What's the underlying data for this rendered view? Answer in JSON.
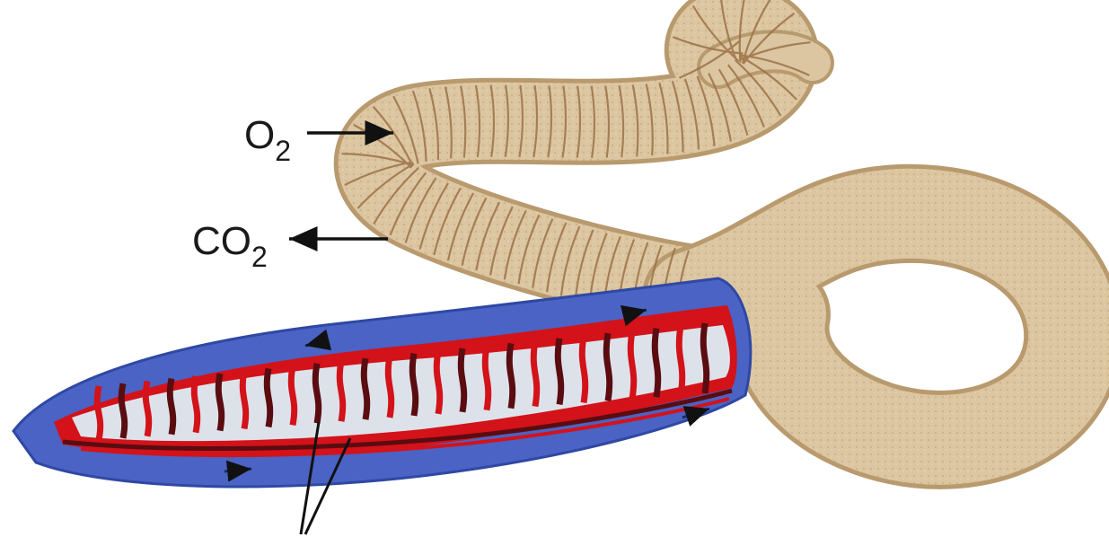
{
  "labels": {
    "oxygen": {
      "main": "O",
      "sub": "2"
    },
    "carbon_dioxide": {
      "main": "CO",
      "sub": "2"
    }
  },
  "colors": {
    "skin": "#dcc6a1",
    "skin_shadow": "#b89a6e",
    "segment_line": "#9c7248",
    "blue_tissue": "#4a63c4",
    "red_vessel": "#d3121a",
    "dark_vessel": "#5a0c10",
    "gut_white": "#dde2ea",
    "arrow": "#111111"
  },
  "icons": {
    "o2_arrow": "arrow-right-icon",
    "co2_arrow": "arrow-left-icon",
    "pointer": "pointer-lines-icon"
  }
}
